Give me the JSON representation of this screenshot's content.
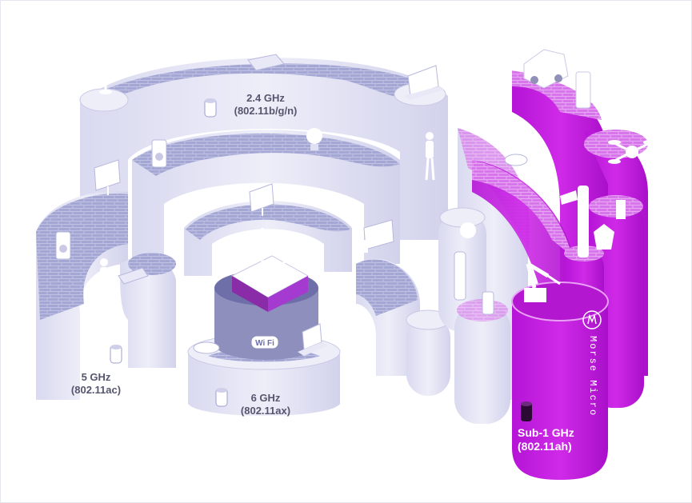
{
  "bands": {
    "b24": {
      "line1": "2.4 GHz",
      "line2": "(802.11b/g/n)"
    },
    "b5": {
      "line1": "5 GHz",
      "line2": "(802.11ac)"
    },
    "b6": {
      "line1": "6 GHz",
      "line2": "(802.11ax)"
    },
    "sub1": {
      "line1": "Sub-1 GHz",
      "line2": "(802.11ah)"
    }
  },
  "router_badge": "Wi Fi",
  "brand_text": "Morse Micro",
  "colors": {
    "wall_light": "#e3e3f3",
    "wall_mid": "#cfcfea",
    "wall_dark": "#b7b8de",
    "floor": "#9d9fcf",
    "floor_line": "#b9bbe0",
    "purple": "#c21ee0",
    "purple_dark": "#9a12b8",
    "purple_floor": "#d87aea",
    "router_base": "#6e6fa8",
    "router_top": "#8a2ca8",
    "icon_fill": "#f2f2fa"
  }
}
